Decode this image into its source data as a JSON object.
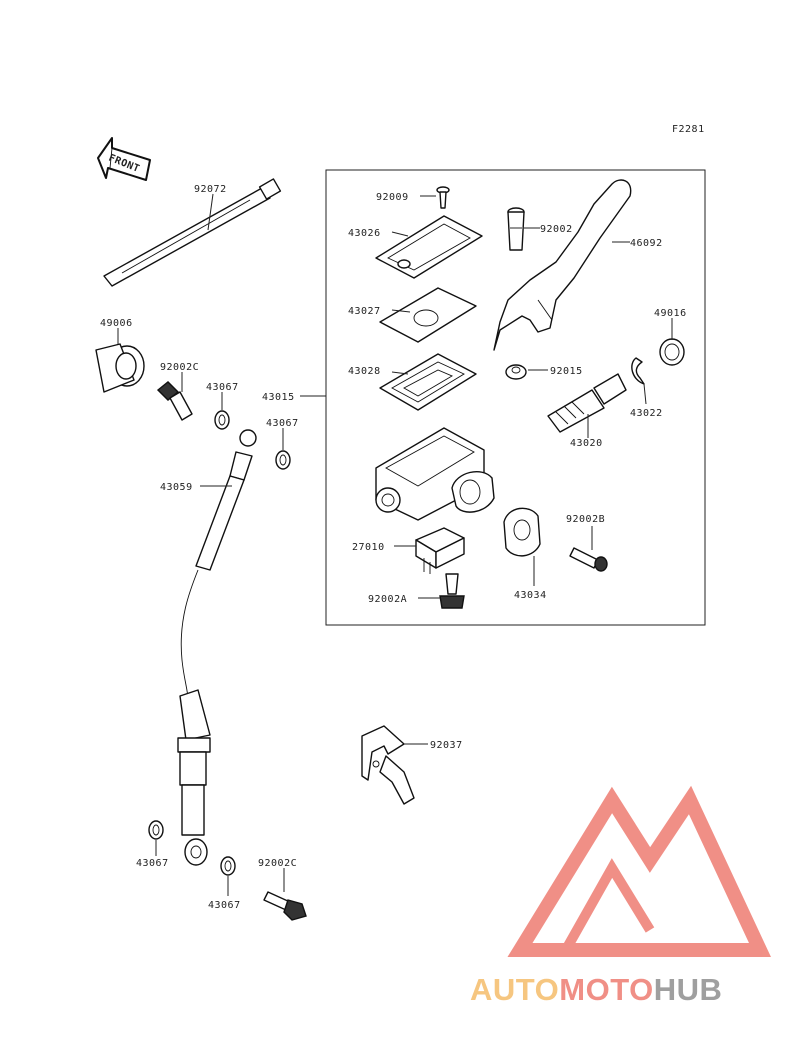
{
  "figure_code": "F2281",
  "front_label": "FRONT",
  "callouts": {
    "c92072": "92072",
    "c49006": "49006",
    "c92002c_a": "92002C",
    "c43067_a": "43067",
    "c43067_b": "43067",
    "c43059": "43059",
    "c43015": "43015",
    "c92009": "92009",
    "c43026": "43026",
    "c92002": "92002",
    "c46092": "46092",
    "c43027": "43027",
    "c49016": "49016",
    "c43028": "43028",
    "c92015": "92015",
    "c43022": "43022",
    "c43020": "43020",
    "c92002b": "92002B",
    "c27010": "27010",
    "c43034": "43034",
    "c92002a": "92002A",
    "c92037": "92037",
    "c43067_c": "43067",
    "c43067_d": "43067",
    "c92002c_b": "92002C"
  },
  "watermark": {
    "part1": "AUTO",
    "part2": "MOTO",
    "part3": "HUB",
    "color_light": "#f6c37a",
    "color_red": "#f08a80",
    "color_gray": "#9a9a9a"
  }
}
